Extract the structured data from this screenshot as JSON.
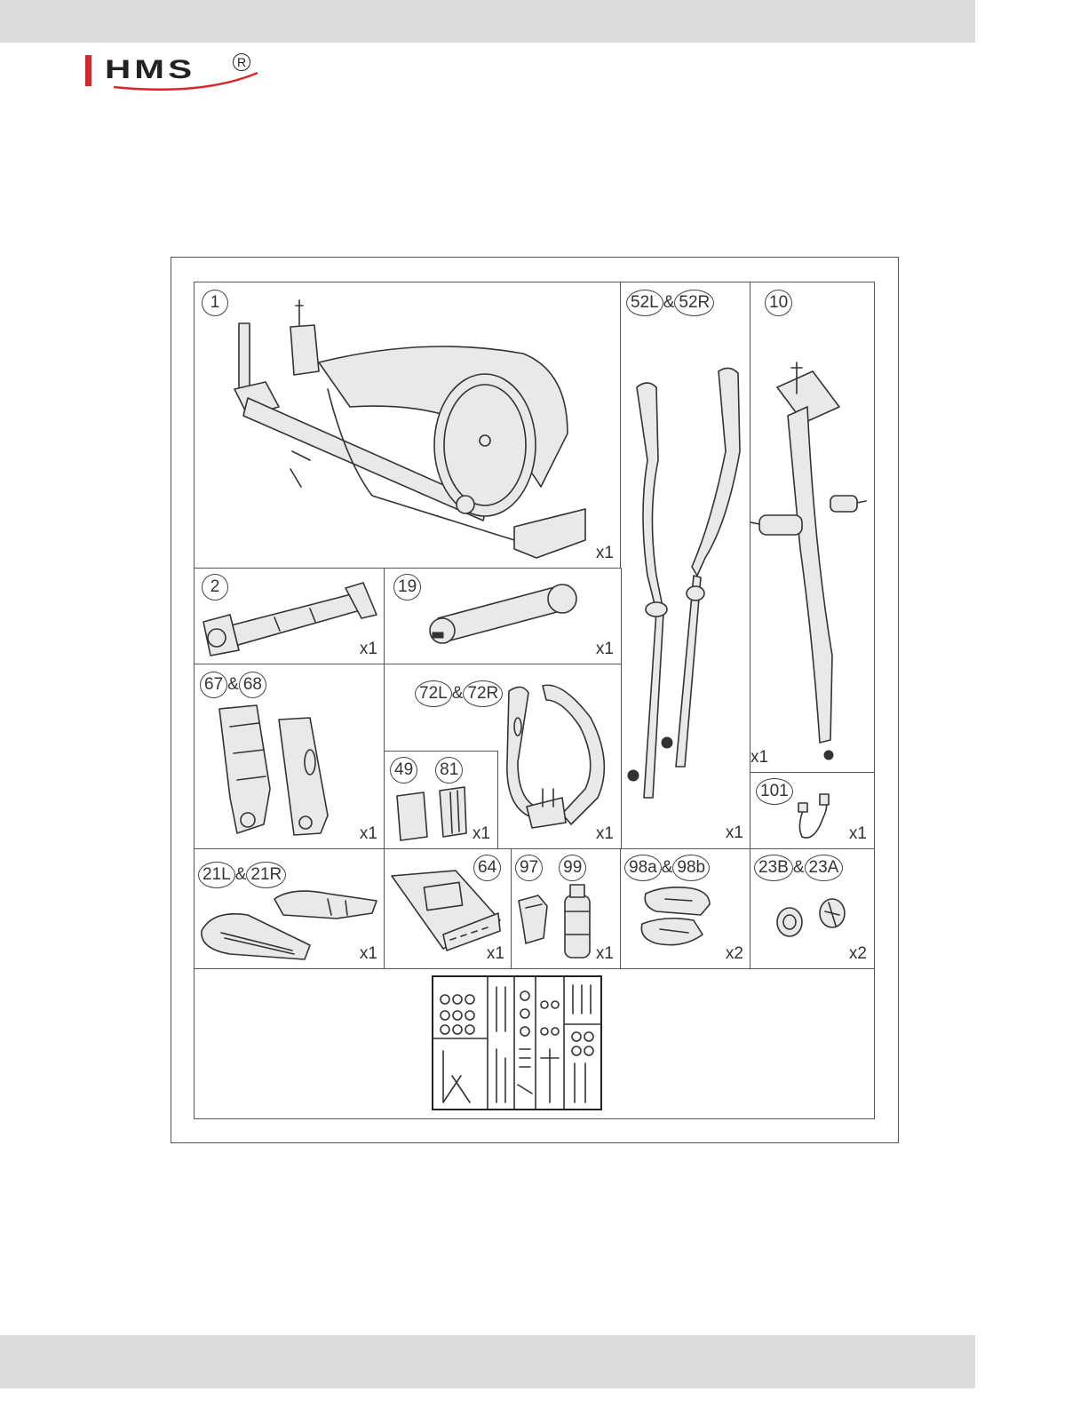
{
  "brand": {
    "name": "HMS",
    "mark": "R",
    "accent": "#d9262b"
  },
  "parts": [
    {
      "id": "p1",
      "nums": [
        "1"
      ],
      "qty": "x1"
    },
    {
      "id": "p52",
      "nums": [
        "52L",
        "52R"
      ],
      "qty": "x1"
    },
    {
      "id": "p10",
      "nums": [
        "10"
      ],
      "qty": "x1"
    },
    {
      "id": "p2",
      "nums": [
        "2"
      ],
      "qty": "x1"
    },
    {
      "id": "p19",
      "nums": [
        "19"
      ],
      "qty": "x1"
    },
    {
      "id": "p67",
      "nums": [
        "67",
        "68"
      ],
      "qty": "x1"
    },
    {
      "id": "p72",
      "nums": [
        "72L",
        "72R"
      ],
      "qty": "x1"
    },
    {
      "id": "p49",
      "nums": [
        "49",
        "81"
      ],
      "qty": "x1"
    },
    {
      "id": "p101",
      "nums": [
        "101"
      ],
      "qty": "x1"
    },
    {
      "id": "p21",
      "nums": [
        "21L",
        "21R"
      ],
      "qty": "x1"
    },
    {
      "id": "p64",
      "nums": [
        "64"
      ],
      "qty": "x1"
    },
    {
      "id": "p97",
      "nums": [
        "97",
        "99"
      ],
      "qty": "x1"
    },
    {
      "id": "p98",
      "nums": [
        "98a",
        "98b"
      ],
      "qty": "x2"
    },
    {
      "id": "p23",
      "nums": [
        "23B",
        "23A"
      ],
      "qty": "x2"
    }
  ],
  "joiner": "&"
}
